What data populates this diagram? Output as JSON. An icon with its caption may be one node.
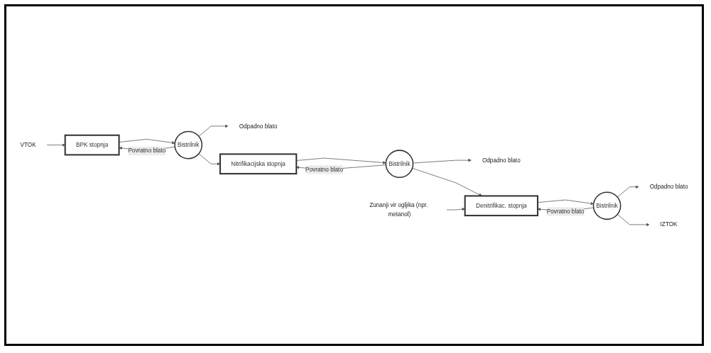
{
  "diagram": {
    "nodes": [
      {
        "text": [
          "VTOK"
        ]
      },
      {
        "text": [
          "BPK stopnja"
        ]
      },
      {
        "text": [
          "Bistrilnik"
        ]
      },
      {
        "text": [
          "Nitrifikacijska stopnja"
        ]
      },
      {
        "text": [
          "Bistrilnik"
        ]
      },
      {
        "text": [
          "Denitrifikac. stopnja"
        ]
      },
      {
        "text": [
          "Bistrilnik"
        ]
      },
      {
        "text": [
          "IZTOK"
        ]
      },
      {
        "text": [
          "Odpadno blato"
        ]
      },
      {
        "text": [
          "Odpadno blato"
        ]
      },
      {
        "text": [
          "Odpadno blato"
        ]
      },
      {
        "text": [
          "Zunanji vir ogljika (npr. metanol)"
        ]
      }
    ],
    "edges": [
      {
        "from": 0,
        "to": 1,
        "arrow": "to"
      },
      {
        "from": 1,
        "to": 2,
        "arrow": "to"
      },
      {
        "from": 2,
        "to": 1,
        "label": "Povratno blato",
        "arrow": "to"
      },
      {
        "from": 2,
        "to": 8,
        "arrow": "to"
      },
      {
        "from": 2,
        "to": 3,
        "arrow": "to"
      },
      {
        "from": 3,
        "to": 4,
        "arrow": "to"
      },
      {
        "from": 4,
        "to": 3,
        "label": "Povratno blato",
        "arrow": "to"
      },
      {
        "from": 4,
        "to": 9,
        "arrow": "to"
      },
      {
        "from": 4,
        "to": 5,
        "arrow": "to"
      },
      {
        "from": 11,
        "to": 5,
        "arrow": "to"
      },
      {
        "from": 5,
        "to": 6,
        "arrow": "to"
      },
      {
        "from": 6,
        "to": 5,
        "label": "Povratno blato",
        "arrow": "to"
      },
      {
        "from": 6,
        "to": 10,
        "arrow": "to"
      },
      {
        "from": 6,
        "to": 7,
        "arrow": "to"
      }
    ]
  }
}
